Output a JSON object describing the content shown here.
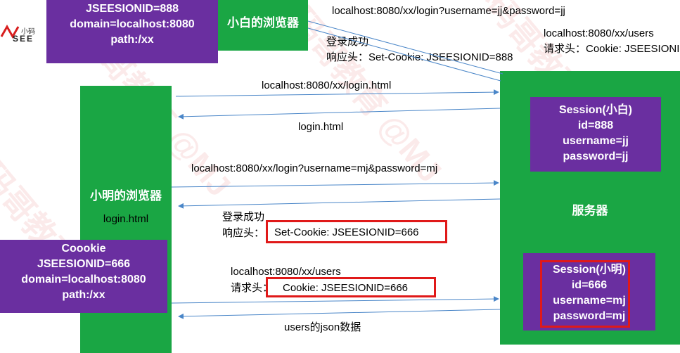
{
  "small_browser": {
    "title": "小白的浏览器",
    "cookie_lines": [
      "JSEESIONID=888",
      "domain=localhost:8080",
      "path:/xx"
    ]
  },
  "logo": {
    "cn": "小码",
    "en": "SEE"
  },
  "top_request": "localhost:8080/xx/login?username=jj&password=jj",
  "top_response_lines": [
    "登录成功",
    "响应头：Set-Cookie: JSEESIONID=888"
  ],
  "top_users_lines": [
    "localhost:8080/xx/users",
    "请求头：Cookie: JSEESIONI"
  ],
  "ming_browser": {
    "title": "小明的浏览器",
    "page": "login.html",
    "cookie_lines": [
      "Coookie",
      "JSEESIONID=666",
      "domain=localhost:8080",
      "path:/xx"
    ]
  },
  "server": {
    "title": "服务器",
    "session_bai_lines": [
      "Session(小白)",
      "id=888",
      "username=jj",
      "password=jj"
    ],
    "session_ming_lines": [
      "Session(小明)",
      "id=666",
      "username=mj",
      "password=mj"
    ]
  },
  "messages": {
    "req_login_html": "localhost:8080/xx/login.html",
    "resp_login_html": "login.html",
    "req_login": "localhost:8080/xx/login?username=mj&password=mj",
    "resp_success_line1": "登录成功",
    "resp_success_prefix": "响应头：",
    "resp_success_cookie": "Set-Cookie: JSEESIONID=666",
    "req_users": "localhost:8080/xx/users",
    "req_users_prefix": "请求头：",
    "req_users_cookie": "Cookie: JSEESIONID=666",
    "resp_users": "users的json数据"
  },
  "colors": {
    "green": "#1aa644",
    "purple": "#6a2fa0",
    "highlight": "#e01919",
    "arrow": "#4a86c8"
  }
}
